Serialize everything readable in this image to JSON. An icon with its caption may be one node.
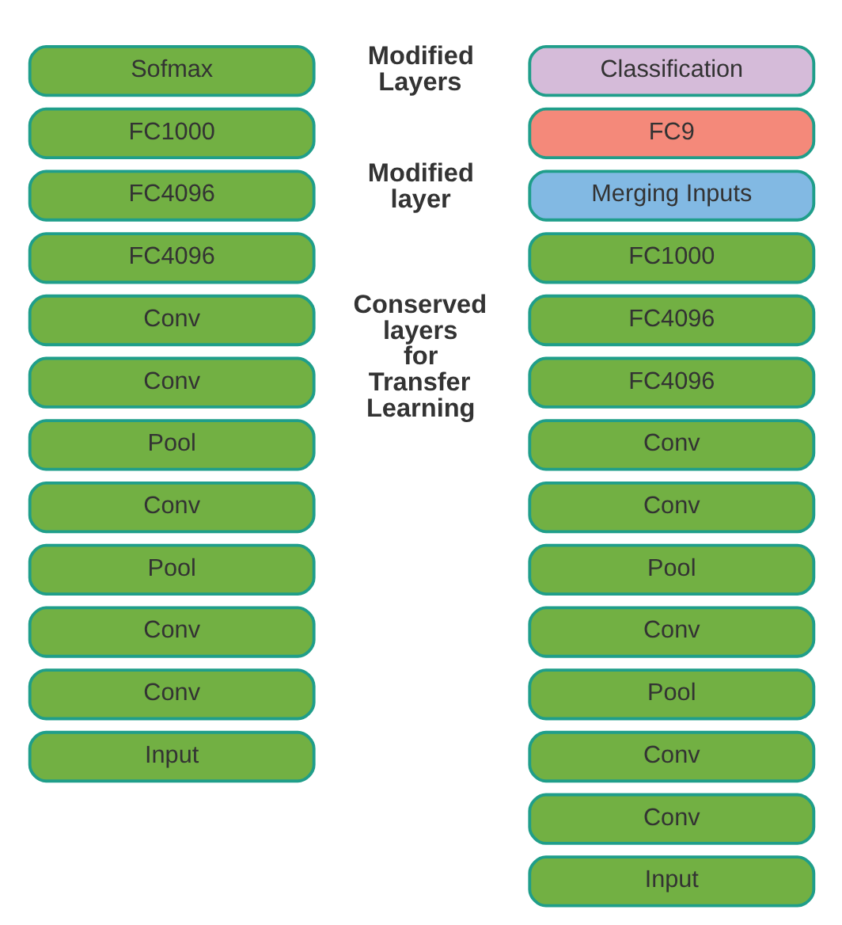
{
  "diagram": {
    "nodes": [
      {
        "text": [
          "Sofmax"
        ]
      },
      {
        "text": [
          "FC1000"
        ]
      },
      {
        "text": [
          "FC4096"
        ]
      },
      {
        "text": [
          "FC4096"
        ]
      },
      {
        "text": [
          "Conv"
        ]
      },
      {
        "text": [
          "Conv"
        ]
      },
      {
        "text": [
          "Pool"
        ]
      },
      {
        "text": [
          "Conv"
        ]
      },
      {
        "text": [
          "Pool"
        ]
      },
      {
        "text": [
          "Conv"
        ]
      },
      {
        "text": [
          "Conv"
        ]
      },
      {
        "text": [
          "Input"
        ]
      },
      {
        "text": [
          "Classification"
        ]
      },
      {
        "text": [
          "FC9"
        ]
      },
      {
        "text": [
          "Merging Inputs"
        ]
      },
      {
        "text": [
          "FC1000"
        ]
      },
      {
        "text": [
          "FC4096"
        ]
      },
      {
        "text": [
          "FC4096"
        ]
      },
      {
        "text": [
          "Conv"
        ]
      },
      {
        "text": [
          "Conv"
        ]
      },
      {
        "text": [
          "Pool"
        ]
      },
      {
        "text": [
          "Conv"
        ]
      },
      {
        "text": [
          "Pool"
        ]
      },
      {
        "text": [
          "Conv"
        ]
      },
      {
        "text": [
          "Conv"
        ]
      },
      {
        "text": [
          "Input"
        ]
      }
    ],
    "labels": [
      "Modified Layers",
      "Modified layer",
      "Conserved layers for Transfer Learning"
    ]
  }
}
